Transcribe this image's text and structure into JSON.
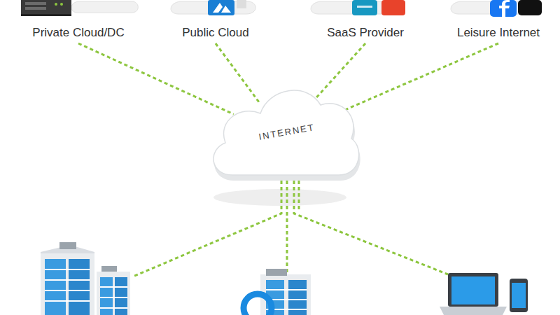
{
  "diagram": {
    "nodes": [
      {
        "text": [
          "Private Cloud/DC"
        ]
      },
      {
        "text": [
          "Public Cloud"
        ]
      },
      {
        "text": [
          "SaaS Provider"
        ]
      },
      {
        "text": [
          "Leisure Internet"
        ]
      },
      {
        "text": [
          "INTERNET"
        ]
      }
    ],
    "edges": [
      {
        "from": 0,
        "to": 4,
        "arrow": "none"
      },
      {
        "from": 1,
        "to": 4,
        "arrow": "none"
      },
      {
        "from": 2,
        "to": 4,
        "arrow": "none"
      },
      {
        "from": 3,
        "to": 4,
        "arrow": "none"
      }
    ]
  }
}
